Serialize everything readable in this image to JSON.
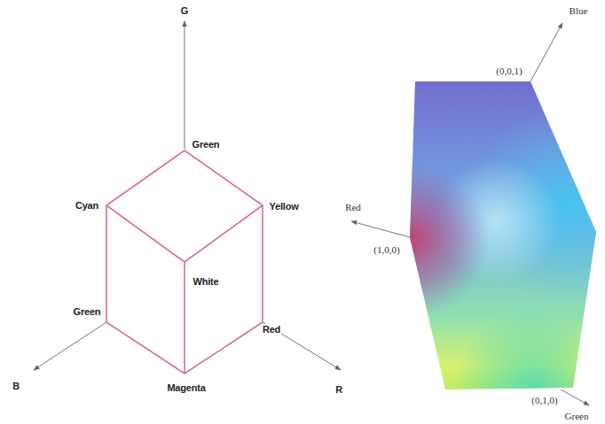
{
  "diagram": {
    "labels": [
      "G",
      "Green",
      "Cyan",
      "Yellow",
      "White",
      "Green",
      "Red",
      "B",
      "Magenta",
      "R",
      "Blue",
      "(0,0,1)",
      "Red",
      "(1,0,0)",
      "(0,1,0)",
      "Green"
    ]
  }
}
